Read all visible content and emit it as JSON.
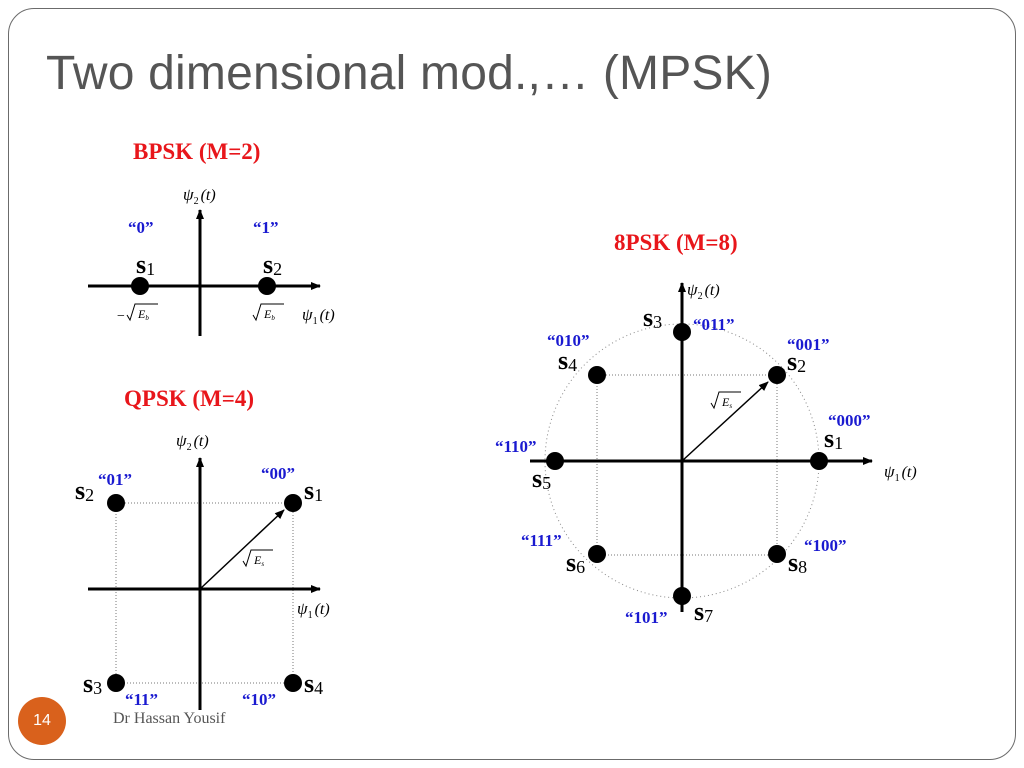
{
  "title": "Two dimensional mod.,… (MPSK)",
  "headings": {
    "bpsk": "BPSK (M=2)",
    "qpsk": "QPSK (M=4)",
    "psk8": "8PSK (M=8)"
  },
  "axes": {
    "psi": "ψ",
    "one": "1",
    "two": "2",
    "t": "(t)"
  },
  "energy": {
    "eb": "E",
    "eb_sub": "b",
    "es": "E",
    "es_sub": "s",
    "minus": "−"
  },
  "symbol_letter": "s",
  "bpsk": {
    "points": [
      {
        "sub": "1",
        "code": "“0”"
      },
      {
        "sub": "2",
        "code": "“1”"
      }
    ]
  },
  "qpsk": {
    "points": [
      {
        "sub": "1",
        "code": "“00”"
      },
      {
        "sub": "2",
        "code": "“01”"
      },
      {
        "sub": "3",
        "code": "“11”"
      },
      {
        "sub": "4",
        "code": "“10”"
      }
    ]
  },
  "psk8": {
    "points": [
      {
        "sub": "1",
        "code": "“000”"
      },
      {
        "sub": "2",
        "code": "“001”"
      },
      {
        "sub": "3",
        "code": "“011”"
      },
      {
        "sub": "4",
        "code": "“010”"
      },
      {
        "sub": "5",
        "code": "“110”"
      },
      {
        "sub": "6",
        "code": "“111”"
      },
      {
        "sub": "7",
        "code": "“101”"
      },
      {
        "sub": "8",
        "code": "“100”"
      }
    ]
  },
  "footer": {
    "page": "14",
    "author": "Dr Hassan Yousif"
  },
  "colors": {
    "heading": "#e8161b",
    "code_label": "#1a1ad0",
    "badge": "#d9611c",
    "title": "#555555"
  }
}
